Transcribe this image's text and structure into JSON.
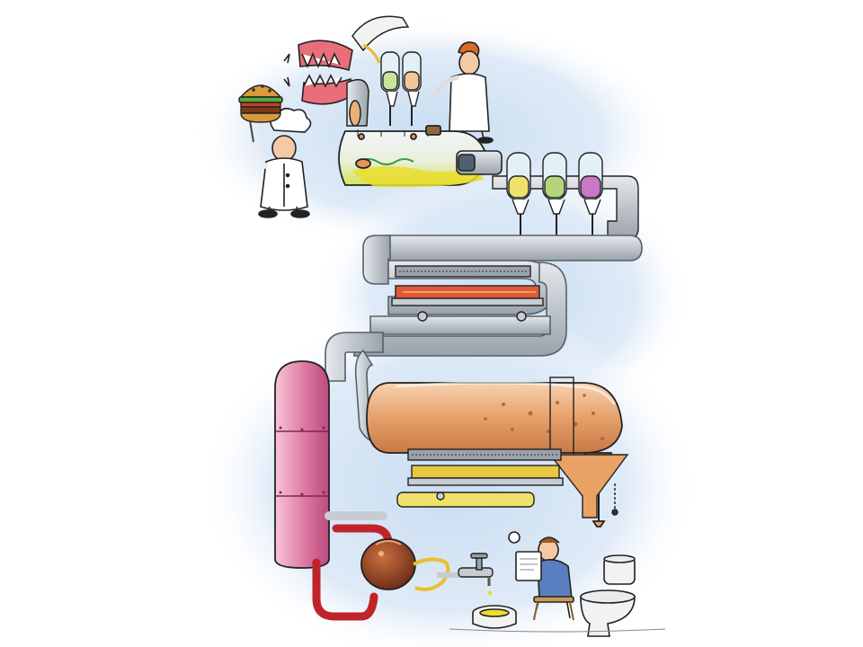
{
  "scene": {
    "caption": "",
    "colors": {
      "background": "#ffffff",
      "backdrop_glow": "#c9ddf2",
      "pipe": "#c7ccd2",
      "pipe_outline": "#55606a",
      "stomach_tank_fluid": "#e9dd2e",
      "intestine_fluid": "#d98a4c",
      "liver_tank": "#e27fa6",
      "heart_pump": "#8a3a22",
      "blood_pipe": "#c0242b",
      "grill_heater": "#d24a2a",
      "funnel": "#e7a264",
      "bile_bottle_yellow": "#efe26a",
      "bile_bottle_green": "#b4d67a",
      "bile_bottle_purple": "#c978c7"
    },
    "icons": {
      "burger": "burger-icon",
      "teeth": "teeth-icon",
      "chef": "chef-figure",
      "scientist": "scientist-figure",
      "reader": "reading-man-figure",
      "toilet": "toilet-icon",
      "potty": "potty-icon"
    }
  }
}
